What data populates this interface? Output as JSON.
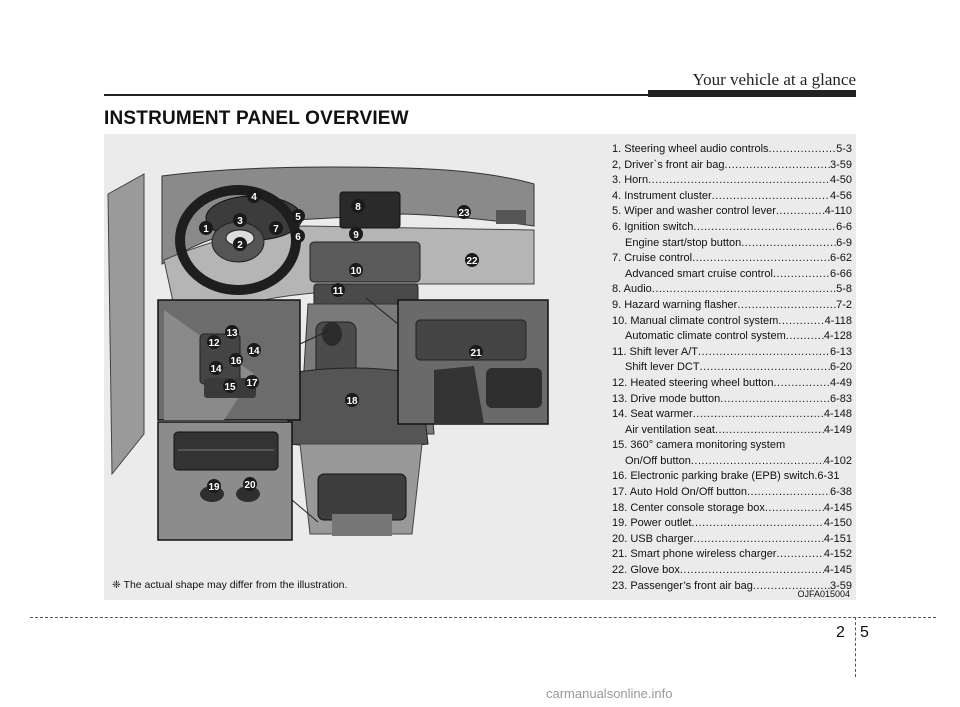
{
  "header": {
    "title": "Your vehicle at a glance"
  },
  "section": {
    "title": "INSTRUMENT PANEL OVERVIEW"
  },
  "items": [
    {
      "label": "1. Steering wheel audio controls",
      "page": "5-3"
    },
    {
      "label": "2, Driver`s front air bag",
      "page": "3-59"
    },
    {
      "label": "3. Horn",
      "page": "4-50"
    },
    {
      "label": "4. Instrument cluster",
      "page": "4-56"
    },
    {
      "label": "5. Wiper and washer control lever",
      "page": "4-110"
    },
    {
      "label": "6. Ignition switch",
      "page": "6-6"
    },
    {
      "label": "Engine start/stop button",
      "page": "6-9",
      "sub": true
    },
    {
      "label": "7. Cruise control",
      "page": "6-62"
    },
    {
      "label": "Advanced smart cruise control",
      "page": "6-66",
      "sub": true
    },
    {
      "label": "8. Audio",
      "page": "5-8"
    },
    {
      "label": "9. Hazard warning flasher",
      "page": "7-2"
    },
    {
      "label": "10. Manual climate control system",
      "page": "4-118"
    },
    {
      "label": "Automatic climate control system",
      "page": "4-128",
      "sub": true
    },
    {
      "label": "11. Shift lever A/T",
      "page": "6-13"
    },
    {
      "label": "Shift lever DCT",
      "page": "6-20",
      "sub": true
    },
    {
      "label": "12. Heated steering wheel button",
      "page": "4-49"
    },
    {
      "label": "13. Drive mode button",
      "page": "6-83"
    },
    {
      "label": "14. Seat warmer",
      "page": "4-148"
    },
    {
      "label": "Air ventilation seat",
      "page": "4-149",
      "sub": true
    },
    {
      "label": "15. 360° camera monitoring system",
      "page": "",
      "sub": false
    },
    {
      "label": "On/Off button",
      "page": "4-102",
      "sub": true
    },
    {
      "label": "16. Electronic parking brake (EPB) switch.",
      "page": "6-31",
      "nodots": true
    },
    {
      "label": "17. Auto Hold On/Off button",
      "page": "6-38"
    },
    {
      "label": "18. Center console storage box",
      "page": "4-145"
    },
    {
      "label": "19. Power outlet",
      "page": "4-150"
    },
    {
      "label": "20. USB charger",
      "page": "4-151"
    },
    {
      "label": "21. Smart phone wireless charger",
      "page": "4-152"
    },
    {
      "label": "22. Glove box",
      "page": "4-145"
    },
    {
      "label": "23. Passenger’s front air bag",
      "page": "3-59"
    }
  ],
  "callouts": [
    "1",
    "2",
    "3",
    "4",
    "5",
    "6",
    "7",
    "8",
    "9",
    "10",
    "11",
    "12",
    "13",
    "14",
    "14",
    "15",
    "16",
    "17",
    "18",
    "19",
    "20",
    "21",
    "22",
    "23"
  ],
  "note": "❈ The actual shape may differ from the illustration.",
  "figure_code": "OJFA015004",
  "footer": {
    "chapter": "2",
    "page": "5"
  },
  "watermark": "carmanualsonline.info"
}
